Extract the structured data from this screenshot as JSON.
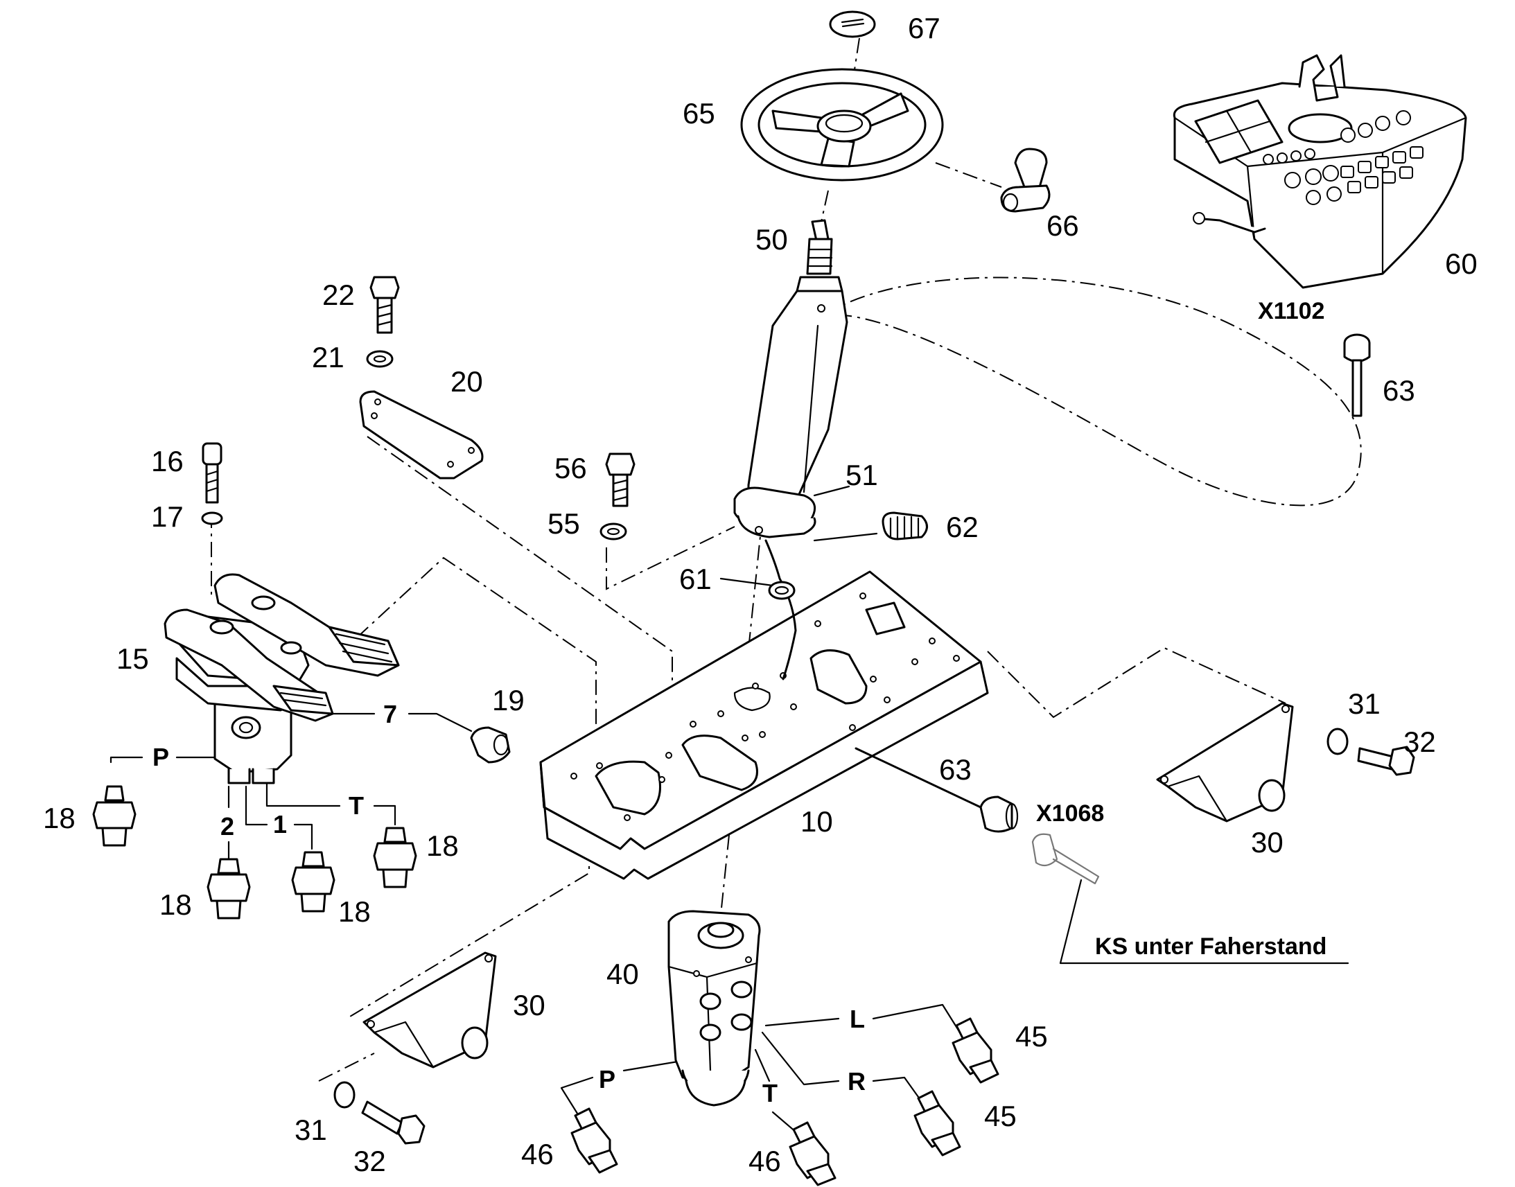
{
  "labels": {
    "p10": "10",
    "p15": "15",
    "p16": "16",
    "p17": "17",
    "p18a": "18",
    "p18b": "18",
    "p18c": "18",
    "p18d": "18",
    "p19": "19",
    "p20": "20",
    "p21": "21",
    "p22": "22",
    "p30a": "30",
    "p30b": "30",
    "p31a": "31",
    "p31b": "31",
    "p32a": "32",
    "p32b": "32",
    "p40": "40",
    "p45a": "45",
    "p45b": "45",
    "p46a": "46",
    "p46b": "46",
    "p50": "50",
    "p51": "51",
    "p55": "55",
    "p56": "56",
    "p60": "60",
    "p61": "61",
    "p62": "62",
    "p63a": "63",
    "p63b": "63",
    "p65": "65",
    "p66": "66",
    "p67": "67"
  },
  "connectors": {
    "x1102": "X1102",
    "x1068": "X1068"
  },
  "ports": {
    "valve_p": "P",
    "valve_t": "T",
    "valve_1": "1",
    "valve_2": "2",
    "valve_7": "7",
    "orbit_l": "L",
    "orbit_r": "R",
    "orbit_p": "P",
    "orbit_t": "T"
  },
  "annotation": "KS unter Faherstand"
}
